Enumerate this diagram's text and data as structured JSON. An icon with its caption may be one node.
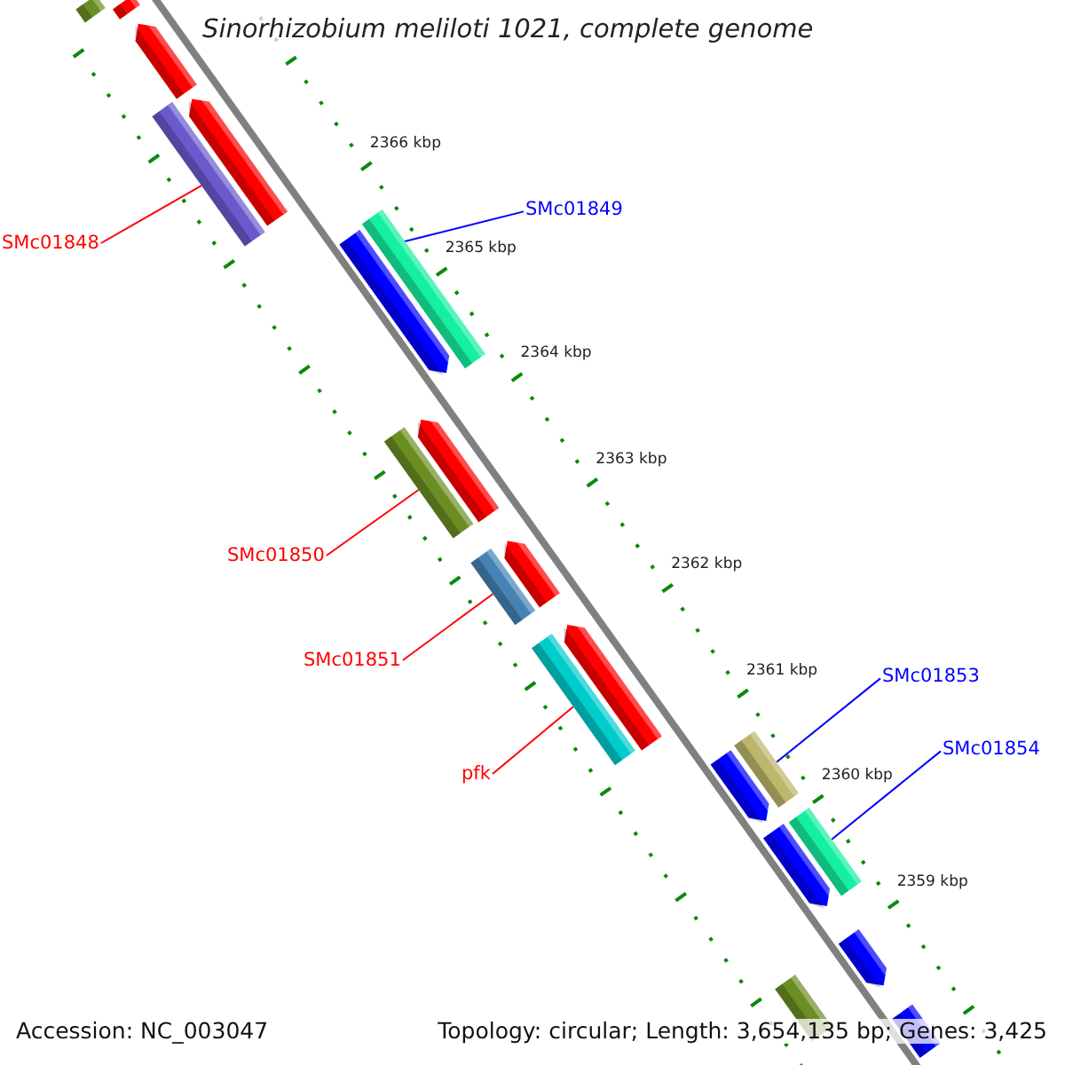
{
  "diagram": {
    "title": "Sinorhizobium meliloti 1021, complete genome",
    "nodes": [
      {
        "text": [
          "SMc01848"
        ]
      },
      {
        "text": [
          "SMc01849"
        ]
      },
      {
        "text": [
          "SMc01850"
        ]
      },
      {
        "text": [
          "SMc01851"
        ]
      },
      {
        "text": [
          "pfk"
        ]
      },
      {
        "text": [
          "SMc01853"
        ]
      },
      {
        "text": [
          "SMc01854"
        ]
      },
      {
        "text": [],
        "shape": "bar"
      },
      {
        "text": [],
        "shape": "bar"
      },
      {
        "text": [],
        "shape": "bar"
      },
      {
        "text": [],
        "shape": "bar"
      },
      {
        "text": [],
        "shape": "bar"
      },
      {
        "text": [],
        "shape": "bar"
      },
      {
        "text": [],
        "shape": "bar"
      },
      {
        "text": [],
        "shape": "bar"
      },
      {
        "text": [],
        "shape": "bar"
      },
      {
        "text": [],
        "shape": "bar"
      },
      {
        "text": [],
        "shape": "bar"
      },
      {
        "text": [],
        "shape": "bar"
      },
      {
        "text": [],
        "shape": "bar"
      },
      {
        "text": [],
        "shape": "bar"
      },
      {
        "text": [],
        "shape": "bar"
      },
      {
        "text": [],
        "shape": "bar"
      },
      {
        "text": [],
        "shape": "bar"
      },
      {
        "text": [],
        "shape": "bar"
      },
      {
        "text": [],
        "shape": "bar"
      },
      {
        "text": [],
        "shape": "bar"
      }
    ],
    "edges": [
      {
        "from": 0,
        "to": 10,
        "arrow": "none"
      },
      {
        "from": 1,
        "to": 12,
        "arrow": "none",
        "color": "#0000ff"
      },
      {
        "from": 2,
        "to": 14,
        "arrow": "none"
      },
      {
        "from": 3,
        "to": 16,
        "arrow": "none"
      },
      {
        "from": 4,
        "to": 18,
        "arrow": "none"
      },
      {
        "from": 5,
        "to": 20,
        "arrow": "none",
        "color": "#0000ff"
      },
      {
        "from": 6,
        "to": 23,
        "arrow": "none",
        "color": "#0000ff"
      }
    ],
    "labels": [
      "2366 kbp",
      "2365 kbp",
      "2364 kbp",
      "2363 kbp",
      "2362 kbp",
      "2361 kbp",
      "2360 kbp",
      "2359 kbp",
      "Accession: NC_003047",
      "Topology: circular; Length: 3,654,135 bp; Genes: 3,425"
    ]
  }
}
